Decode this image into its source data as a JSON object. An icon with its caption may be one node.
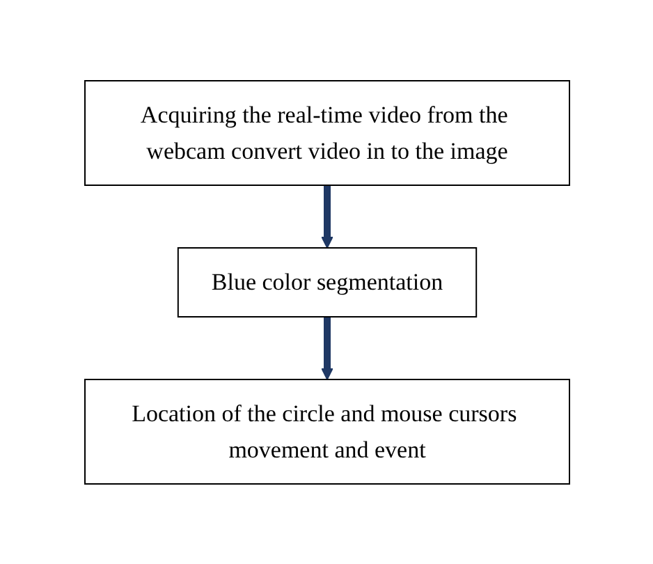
{
  "diagram": {
    "nodes": [
      {
        "text": [
          "Acquiring the real-time video from the webcam convert video in to the image"
        ]
      },
      {
        "text": [
          "Blue color segmentation"
        ]
      },
      {
        "text": [
          "Location of the circle and mouse cursors movement and event"
        ]
      }
    ],
    "edges": [
      {
        "from": 0,
        "to": 1,
        "arrow": "to"
      },
      {
        "from": 1,
        "to": 2,
        "arrow": "to"
      }
    ]
  }
}
